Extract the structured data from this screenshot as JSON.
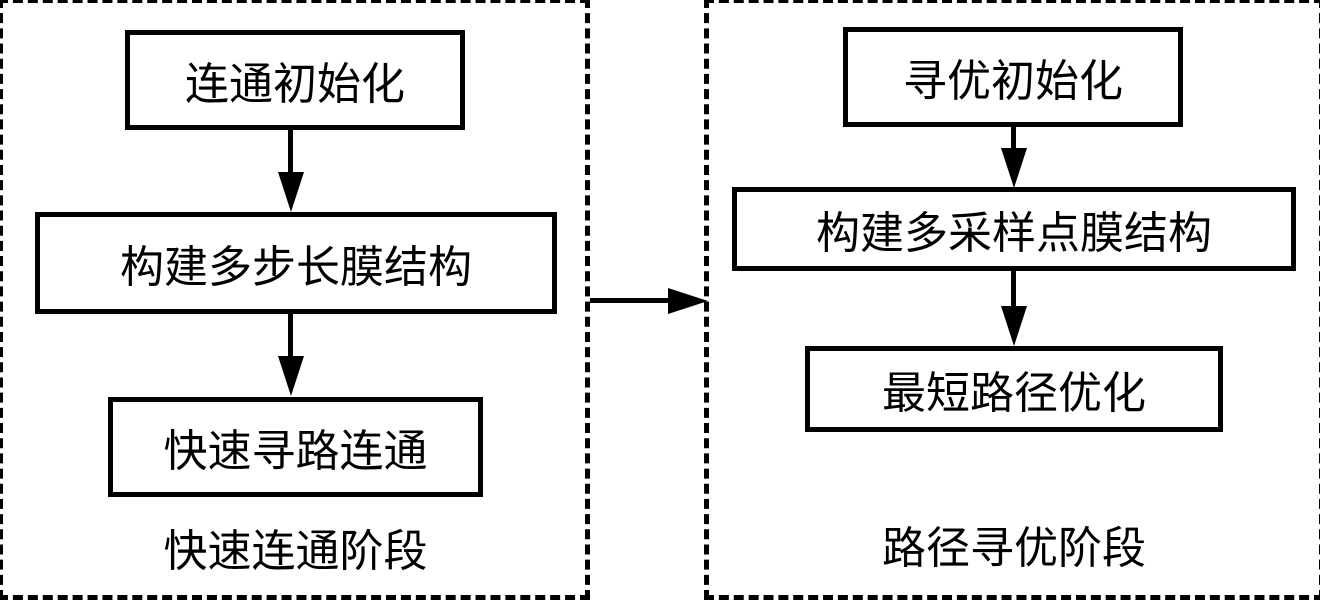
{
  "stages": [
    {
      "label": "快速连通阶段",
      "steps": [
        "连通初始化",
        "构建多步长膜结构",
        "快速寻路连通"
      ]
    },
    {
      "label": "路径寻优阶段",
      "steps": [
        "寻优初始化",
        "构建多采样点膜结构",
        "最短路径优化"
      ]
    }
  ]
}
